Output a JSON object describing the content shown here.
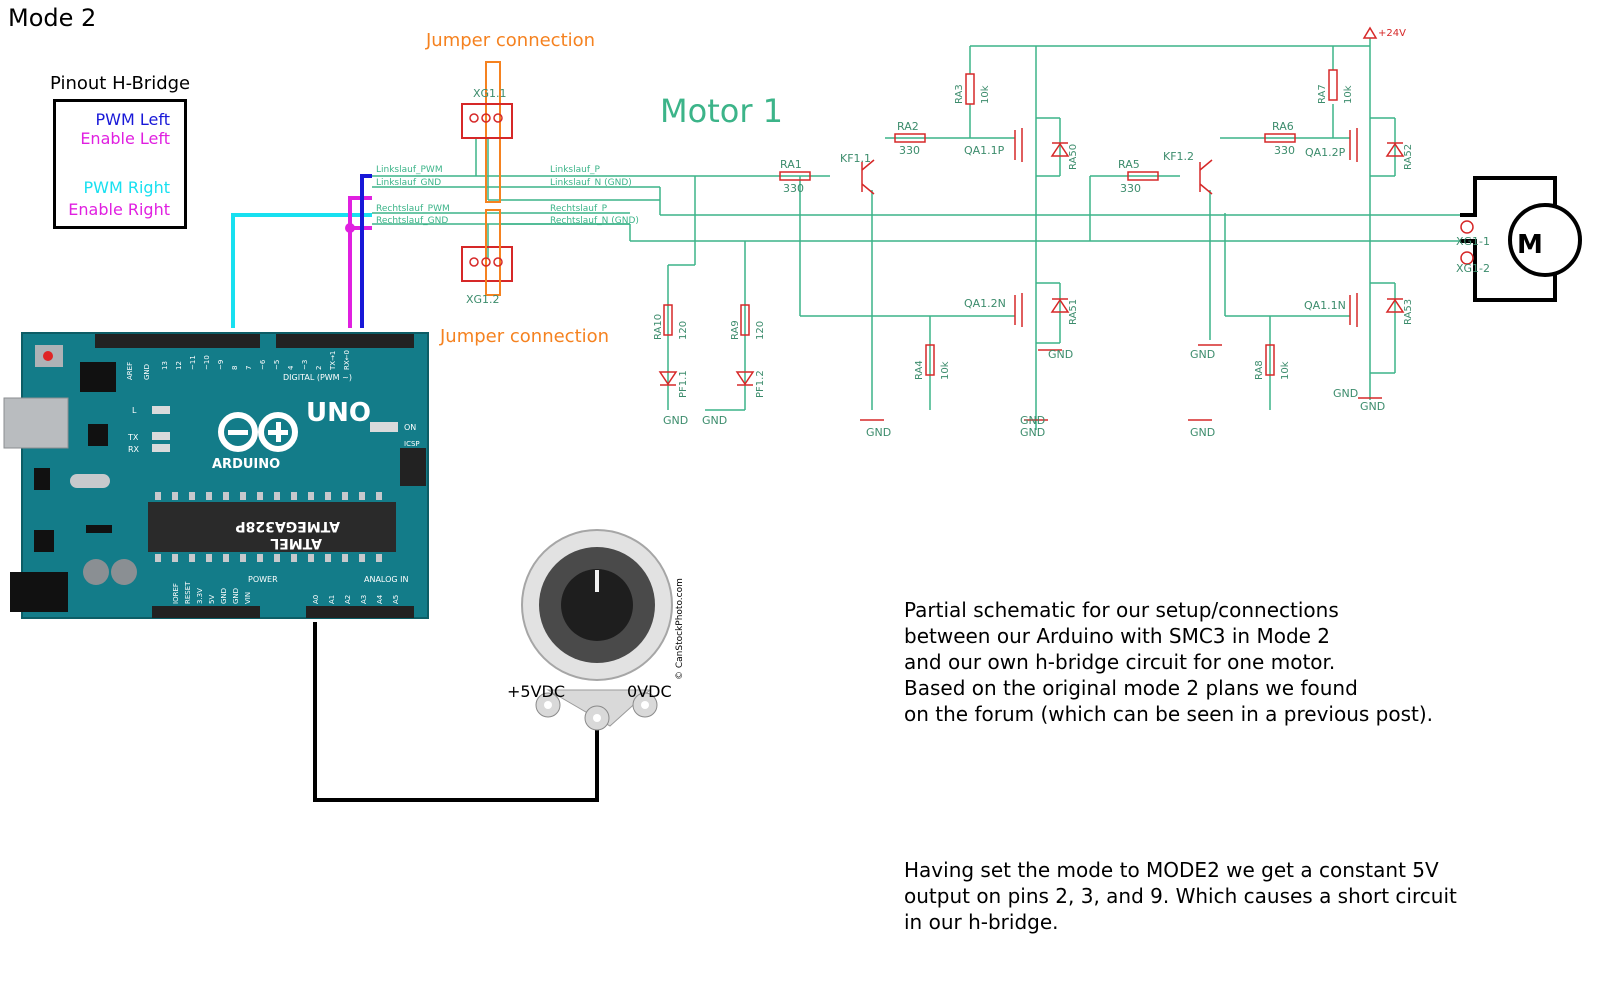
{
  "mode_title": "Mode 2",
  "legend": {
    "title": "Pinout H-Bridge",
    "items": [
      {
        "label": "PWM Left",
        "color": "#1818d8"
      },
      {
        "label": "Enable Left",
        "color": "#e020e0"
      },
      {
        "label": "PWM Right",
        "color": "#18e0f0"
      },
      {
        "label": "Enable Right",
        "color": "#e020e0"
      }
    ]
  },
  "jumper_top": "Jumper connection",
  "jumper_bottom": "Jumper connection",
  "motor_title": "Motor 1",
  "description_paragraph_1": "Partial schematic for our setup/connections\nbetween our Arduino with SMC3 in Mode 2\nand our own h-bridge circuit for one motor.\nBased on the original mode 2 plans we found\non the forum (which can be seen in a previous post).",
  "description_paragraph_2": "Having set the mode to MODE2 we get a constant 5V\noutput on pins 2, 3, and 9. Which causes a short circuit\nin our h-bridge.",
  "pot": {
    "left_label": "+5VDC",
    "right_label": "0VDC",
    "credit": "© CanStockPhoto.com"
  },
  "arduino": {
    "uno": "UNO",
    "brand": "ARDUINO",
    "chip_1": "ATMEGA328P",
    "chip_2": "ATMEL",
    "digital": "DIGITAL (PWM ~)",
    "power": "POWER",
    "analog": "ANALOG IN",
    "icsp": "ICSP",
    "on": "ON",
    "l": "L",
    "tx": "TX",
    "rx": "RX",
    "aref": "AREF",
    "gnd": "GND",
    "digital_pins": [
      "13",
      "12",
      "~11",
      "~10",
      "~9",
      "8",
      "7",
      "~6",
      "~5",
      "4",
      "~3",
      "2",
      "TX→1",
      "RX←0"
    ],
    "power_pins": [
      "IOREF",
      "RESET",
      "3.3V",
      "5V",
      "GND",
      "GND",
      "VIN"
    ],
    "analog_pins": [
      "A0",
      "A1",
      "A2",
      "A3",
      "A4",
      "A5"
    ]
  },
  "schematic": {
    "supply": "+24V",
    "net_labels": [
      "Linkslauf_PWM",
      "Linkslauf_GND",
      "Rechtslauf_PWM",
      "Rechtslauf_GND",
      "Linkslauf_P",
      "Linkslauf_N (GND)",
      "Rechtslauf_P",
      "Rechtslauf_N (GND)"
    ],
    "connector_top": "XG1.1",
    "connector_bottom": "XG1.2",
    "motor_conn_1": "XG1-1",
    "motor_conn_2": "XG1-2",
    "motor_symbol": "M",
    "gnd": "GND",
    "parts": [
      {
        "name": "RA1",
        "value": "330"
      },
      {
        "name": "RA2",
        "value": "330"
      },
      {
        "name": "RA3",
        "value": "10k"
      },
      {
        "name": "RA4",
        "value": "10k"
      },
      {
        "name": "RA5",
        "value": "330"
      },
      {
        "name": "RA6",
        "value": "330"
      },
      {
        "name": "RA7",
        "value": "10k"
      },
      {
        "name": "RA8",
        "value": "10k"
      },
      {
        "name": "RA9",
        "value": "120"
      },
      {
        "name": "RA10",
        "value": "120"
      }
    ],
    "transistors": [
      "KF1.1",
      "KF1.2"
    ],
    "mosfets": [
      "QA1.1P",
      "QA1.2P",
      "QA1.2N",
      "QA1.1N"
    ],
    "diodes": [
      "RA50",
      "RA52",
      "RA51",
      "RA53"
    ],
    "leds": [
      "PF1.1",
      "PF1.2"
    ]
  }
}
